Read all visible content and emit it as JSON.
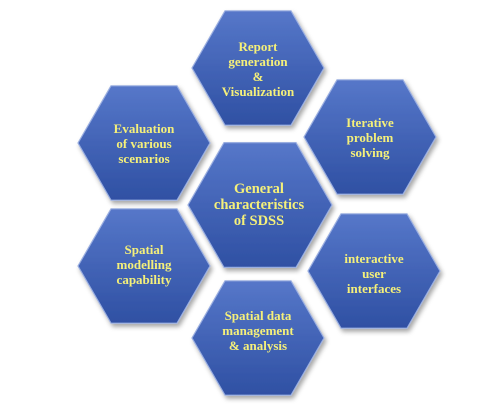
{
  "diagram": {
    "center": {
      "id": "general",
      "lines": [
        "General",
        "characteristics",
        "of SDSS"
      ]
    },
    "nodes": [
      {
        "id": "report",
        "lines": [
          "Report",
          "generation",
          "&",
          "Visualization"
        ]
      },
      {
        "id": "iterative",
        "lines": [
          "Iterative",
          "problem",
          "solving"
        ]
      },
      {
        "id": "interactive",
        "lines": [
          "interactive",
          "user",
          "interfaces"
        ]
      },
      {
        "id": "spatial-data",
        "lines": [
          "Spatial data",
          "management",
          "& analysis"
        ]
      },
      {
        "id": "spatial-modelling",
        "lines": [
          "Spatial",
          "modelling",
          "capability"
        ]
      },
      {
        "id": "evaluation",
        "lines": [
          "Evaluation",
          "of various",
          "scenarios"
        ]
      }
    ]
  },
  "colors": {
    "hex_top": "#5677c9",
    "hex_bottom": "#2f50a3",
    "hex_edge": "#9aaee0",
    "text": "#f5f07a",
    "shadow": "#b3b3b3"
  }
}
